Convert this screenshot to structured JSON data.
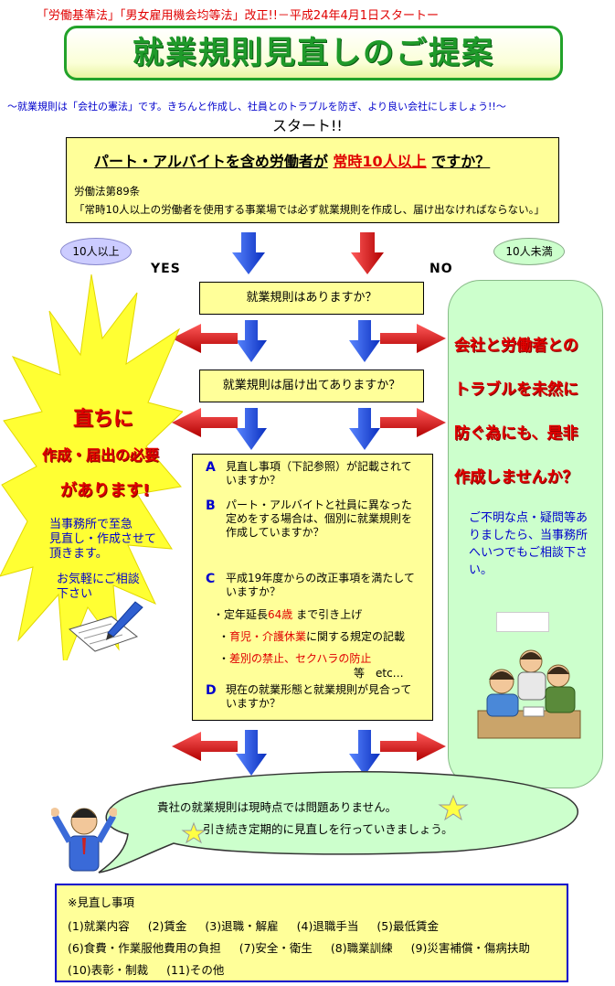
{
  "top_note": "「労働基準法」「男女雇用機会均等法」改正!!－平成24年4月1日スタートー",
  "title": "就業規則見直しのご提案",
  "subtitle": "～就業規則は「会社の憲法」です。きちんと作成し、社員とのトラブルを防ぎ、より良い会社にしましょう!!～",
  "start": "スタート!!",
  "q1": {
    "pre": "パート・アルバイトを含め労働者が",
    "highlight": "常時10人以上",
    "post": "ですか？",
    "law_title": "労働法第89条",
    "law_text": "「常時10人以上の労働者を使用する事業場では必ず就業規則を作成し、届け出なければならない。」"
  },
  "branch": {
    "left_oval": "10人以上",
    "right_oval": "10人未満",
    "yes": "YES",
    "no": "NO"
  },
  "q2": "就業規則はありますか？",
  "q3": "就業規則は届け出てありますか？",
  "checks": [
    {
      "letter": "A",
      "text": "見直し事項（下記参照）が記載されていますか？"
    },
    {
      "letter": "B",
      "text": "パート・アルバイトと社員に異なった定めをする場合は、個別に就業規則を作成していますか？"
    },
    {
      "letter": "C",
      "text": "平成19年度からの改正事項を満たしていますか？"
    },
    {
      "letter": "D",
      "text": "現在の就業形態と就業規則が見合っていますか？"
    }
  ],
  "c_items": {
    "i1_pre": "・定年延長",
    "i1_red": "64歳",
    "i1_post": " まで引き上げ",
    "i2_bullet": "・",
    "i2_red": "育児・介護休業",
    "i2_post": "に関する規定の記載",
    "i3_bullet": "・",
    "i3_red": "差別の禁止、セクハラの防止",
    "etc": "等　etc…"
  },
  "left_burst": {
    "line1": "直ちに",
    "line2": "作成・届出の必要",
    "line3": "があります!",
    "contact": [
      "当事務所で至急",
      "見直し・作成させて",
      "頂きます。"
    ],
    "call": [
      "お気軽にご相談",
      "下さい"
    ]
  },
  "right_panel": {
    "lines": [
      "会社と労働者との",
      "トラブルを未然に",
      "防ぐ為にも、是非",
      "作成しませんか？"
    ],
    "contact": "ご不明な点・疑問等ありましたら、当事務所へいつでもご相談下さい。"
  },
  "bubble": {
    "line1": "貴社の就業規則は現時点では問題ありません。",
    "line2": "引き続き定期的に見直しを行っていきましょう。"
  },
  "items": {
    "heading": "※見直し事項",
    "row1": [
      "(1)就業内容",
      "(2)賃金",
      "(3)退職・解雇",
      "(4)退職手当",
      "(5)最低賃金"
    ],
    "row2": [
      "(6)食費・作業服他費用の負担",
      "(7)安全・衛生",
      "(8)職業訓練",
      "(9)災害補償・傷病扶助"
    ],
    "row3": [
      "(10)表彰・制裁",
      "(11)その他"
    ]
  },
  "colors": {
    "accent_green": "#1f9a2a",
    "arrow_red": "#dd1111",
    "arrow_blue": "#1144dd",
    "panel_yellow": "#ffff99"
  }
}
